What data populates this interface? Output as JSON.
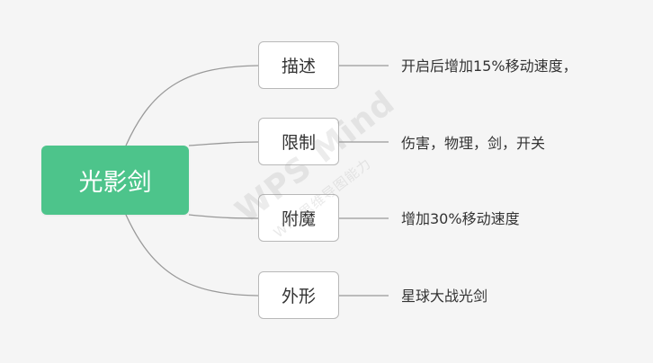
{
  "colors": {
    "background": "#f5f5f5",
    "root_fill": "#4dc48b",
    "branch_border": "#b8b8b8",
    "connector": "#999999",
    "text": "#333333"
  },
  "mindmap": {
    "root": "光影剑",
    "branches": [
      {
        "label": "描述",
        "leaf": "开启后增加15%移动速度，"
      },
      {
        "label": "限制",
        "leaf": "伤害，物理，剑，开关"
      },
      {
        "label": "附魔",
        "leaf": "增加30%移动速度"
      },
      {
        "label": "外形",
        "leaf": "星球大战光剑"
      }
    ]
  },
  "watermark": {
    "main": "WPS Mind",
    "sub": "WPS思维导图能力"
  }
}
